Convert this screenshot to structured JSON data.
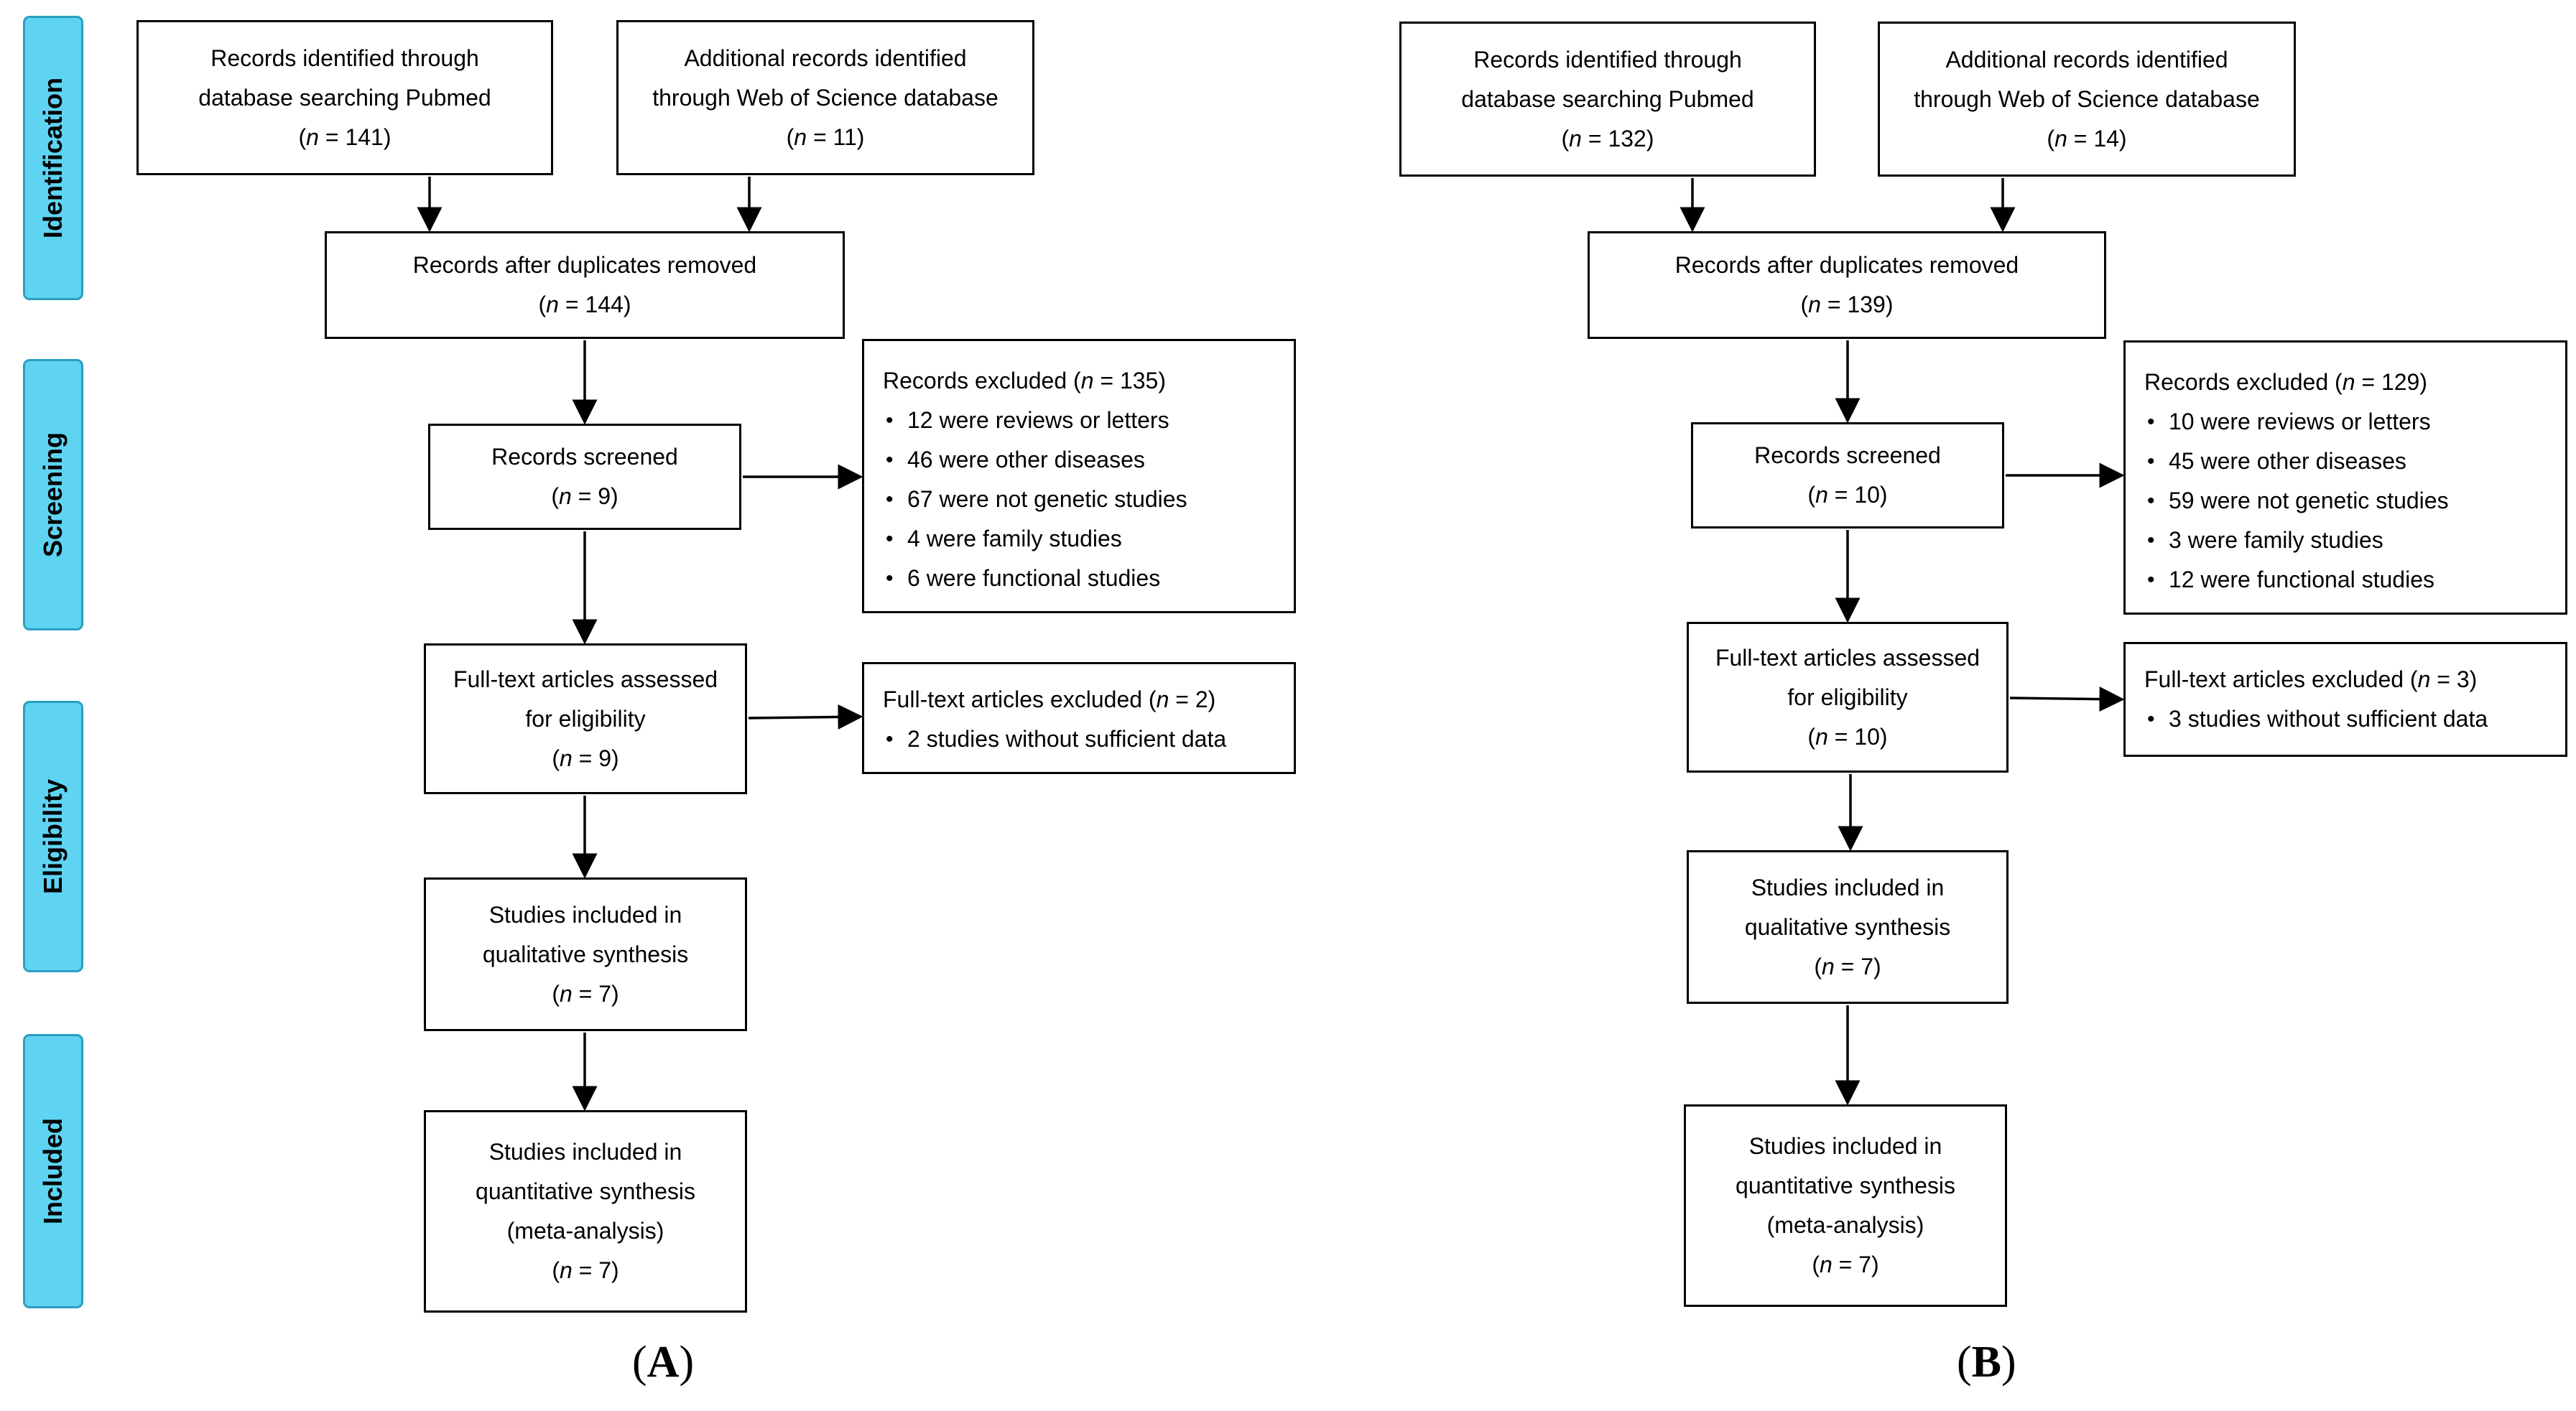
{
  "phases": [
    "Identification",
    "Screening",
    "Eligibility",
    "Included"
  ],
  "panels": [
    {
      "label": "A",
      "db1": {
        "line1": "Records identified through",
        "line2": "database searching Pubmed",
        "n": "141"
      },
      "db2": {
        "line1": "Additional records identified",
        "line2": "through Web of Science database",
        "n": "11"
      },
      "dedup": {
        "line1": "Records after duplicates removed",
        "n": "144"
      },
      "screened": {
        "line1": "Records screened",
        "n": "9"
      },
      "excluded": {
        "title": "Records excluded",
        "n": "135",
        "items": [
          "12 were reviews or letters",
          "46 were other diseases",
          "67 were not genetic studies",
          "4 were family studies",
          "6 were functional studies"
        ]
      },
      "fulltext": {
        "line1": "Full-text articles assessed",
        "line2": "for eligibility",
        "n": "9"
      },
      "ft_excluded": {
        "title": "Full-text articles excluded",
        "n": "2",
        "items": [
          "2 studies without sufficient data"
        ]
      },
      "qualitative": {
        "line1": "Studies included in",
        "line2": "qualitative synthesis",
        "n": "7"
      },
      "quantitative": {
        "line1": "Studies included in",
        "line2": "quantitative synthesis",
        "line3": "(meta-analysis)",
        "n": "7"
      }
    },
    {
      "label": "B",
      "db1": {
        "line1": "Records identified through",
        "line2": "database searching Pubmed",
        "n": "132"
      },
      "db2": {
        "line1": "Additional records identified",
        "line2": "through Web of Science database",
        "n": "14"
      },
      "dedup": {
        "line1": "Records after duplicates removed",
        "n": "139"
      },
      "screened": {
        "line1": "Records screened",
        "n": "10"
      },
      "excluded": {
        "title": "Records excluded",
        "n": "129",
        "items": [
          "10 were reviews or letters",
          "45 were other diseases",
          "59 were not genetic studies",
          "3 were family studies",
          "12 were functional studies"
        ]
      },
      "fulltext": {
        "line1": "Full-text articles assessed",
        "line2": "for eligibility",
        "n": "10"
      },
      "ft_excluded": {
        "title": "Full-text articles excluded",
        "n": "3",
        "items": [
          "3 studies without sufficient data"
        ]
      },
      "qualitative": {
        "line1": "Studies included in",
        "line2": "qualitative synthesis",
        "n": "7"
      },
      "quantitative": {
        "line1": "Studies included in",
        "line2": "quantitative synthesis",
        "line3": "(meta-analysis)",
        "n": "7"
      }
    }
  ]
}
